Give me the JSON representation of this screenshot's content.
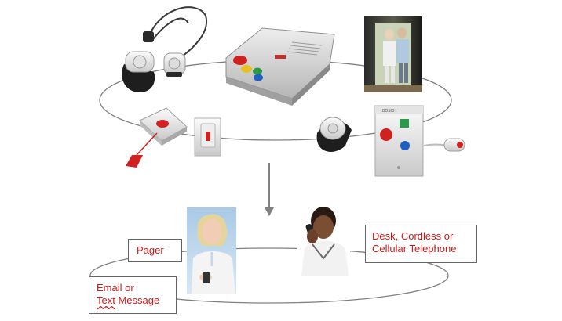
{
  "labels": {
    "pager": "Pager",
    "phone_line1": "Desk, Cordless or",
    "phone_line2": "Cellular Telephone",
    "email_line1": "Email or",
    "email_line2_word1": "Text",
    "email_line2_word2": " Message"
  },
  "colors": {
    "label_text": "#cc1a1a",
    "ellipse_stroke": "#808080",
    "arrow": "#808080",
    "device_red": "#d02020",
    "device_green": "#2a9a4a",
    "device_blue": "#1f5fc0",
    "device_yellow": "#e8c020"
  },
  "icons": {
    "pendant": "pendant-transmitter-icon",
    "wrist": "wrist-transmitter-icon",
    "base": "base-unit-icon",
    "door": "door-photo-icon",
    "pull_cord": "pull-cord-button-icon",
    "wall_switch": "wall-switch-icon",
    "watch": "wrist-watch-transmitter-icon",
    "wall_panel": "wall-panel-icon",
    "call_button": "call-button-icon",
    "nurse": "nurse-with-pager-photo",
    "caregiver": "caregiver-on-phone-photo",
    "arrow": "down-arrow-icon"
  }
}
